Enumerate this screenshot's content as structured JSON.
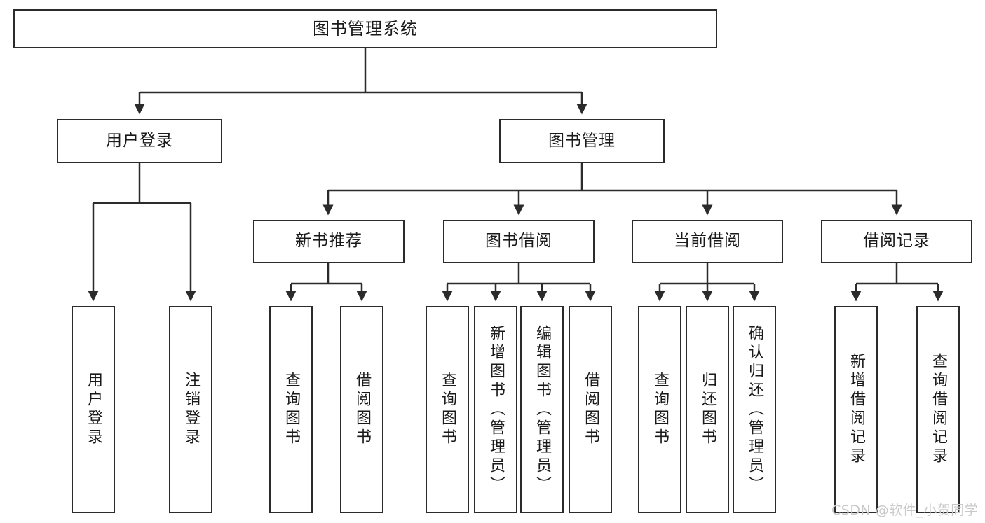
{
  "diagram": {
    "kind": "hierarchy-tree",
    "title": "图书管理系统",
    "watermark": "CSDN @软件_小贺同学",
    "colors": {
      "box_border": "#2b2b2b",
      "box_fill": "#ffffff",
      "connector": "#2b2b2b",
      "text": "#1a1a1a",
      "watermark": "#c9c9c9",
      "background": "#ffffff"
    },
    "root": {
      "id": "root",
      "label": "图书管理系统"
    },
    "level2": [
      {
        "id": "user-login",
        "label": "用户登录"
      },
      {
        "id": "book-management",
        "label": "图书管理"
      }
    ],
    "level3": [
      {
        "id": "new-book-recommend",
        "label": "新书推荐",
        "parent": "book-management"
      },
      {
        "id": "book-borrow",
        "label": "图书借阅",
        "parent": "book-management"
      },
      {
        "id": "current-borrow",
        "label": "当前借阅",
        "parent": "book-management"
      },
      {
        "id": "borrow-record",
        "label": "借阅记录",
        "parent": "book-management"
      }
    ],
    "leaves": {
      "user-login": [
        {
          "id": "leaf-user-login",
          "label": "用户登录"
        },
        {
          "id": "leaf-user-logout",
          "label": "注销登录"
        }
      ],
      "new-book-recommend": [
        {
          "id": "leaf-query-book-1",
          "label": "查询图书"
        },
        {
          "id": "leaf-borrow-book-1",
          "label": "借阅图书"
        }
      ],
      "book-borrow": [
        {
          "id": "leaf-query-book-2",
          "label": "查询图书"
        },
        {
          "id": "leaf-add-book",
          "label": "新增图书（管理员）"
        },
        {
          "id": "leaf-edit-book",
          "label": "编辑图书（管理员）"
        },
        {
          "id": "leaf-borrow-book-2",
          "label": "借阅图书"
        }
      ],
      "current-borrow": [
        {
          "id": "leaf-query-book-3",
          "label": "查询图书"
        },
        {
          "id": "leaf-return-book",
          "label": "归还图书"
        },
        {
          "id": "leaf-confirm-return",
          "label": "确认归还（管理员）"
        }
      ],
      "borrow-record": [
        {
          "id": "leaf-add-record",
          "label": "新增借阅记录"
        },
        {
          "id": "leaf-query-record",
          "label": "查询借阅记录"
        }
      ]
    }
  }
}
